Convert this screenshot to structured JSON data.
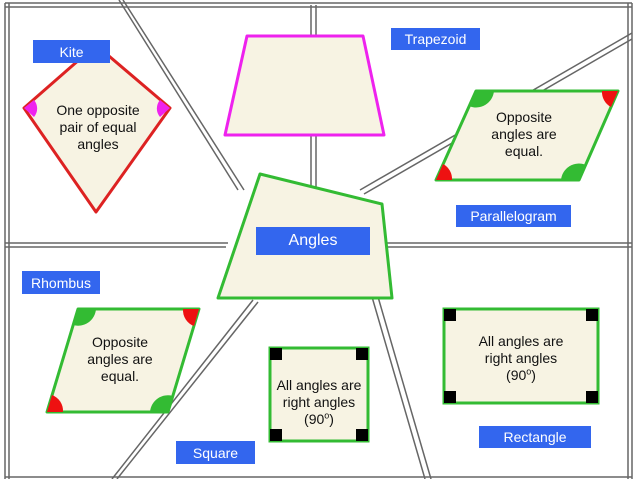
{
  "center": {
    "label": "Angles"
  },
  "quadrilaterals": {
    "kite": {
      "label": "Kite",
      "lines": [
        "One opposite",
        "pair of equal",
        "angles"
      ]
    },
    "trapezoid": {
      "label": "Trapezoid"
    },
    "parallelogram": {
      "label": "Parallelogram",
      "lines": [
        "Opposite",
        "angles are",
        "equal."
      ]
    },
    "rhombus": {
      "label": "Rhombus",
      "lines": [
        "Opposite",
        "angles are",
        "equal."
      ]
    },
    "square": {
      "label": "Square",
      "lines": [
        "All angles are",
        "right angles",
        "(90",
        "o",
        ")"
      ]
    },
    "rectangle": {
      "label": "Rectangle",
      "lines": [
        "All angles are",
        "right angles",
        "(90",
        "o",
        ")"
      ]
    }
  },
  "colors": {
    "label_background": "#3366ee",
    "shape_fill": "#f7f3e3",
    "kite_outline": "#dd2222",
    "trapezoid_outline": "#ee22ee",
    "green_outline": "#33bb33",
    "angle_magenta": "#ee22ee",
    "angle_green": "#33bb33",
    "angle_red": "#ee1111",
    "right_angle_marker": "#000000",
    "divider_line": "#666666"
  }
}
